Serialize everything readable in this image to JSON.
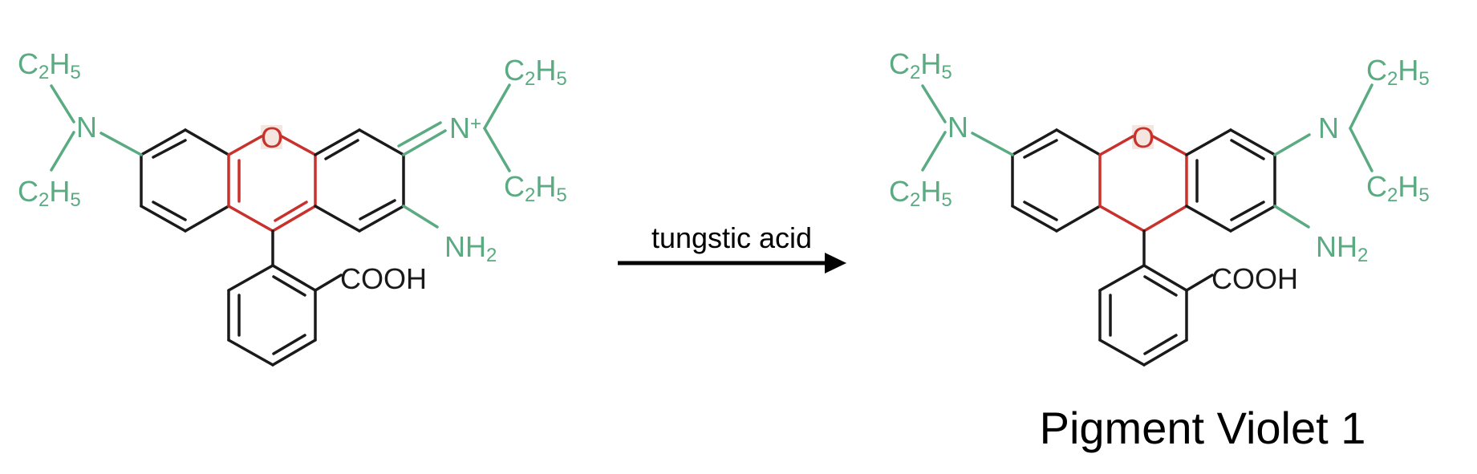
{
  "colors": {
    "background": "#ffffff",
    "bond_black": "#1a1a1a",
    "core_red": "#c8312c",
    "substituent_green": "#5aaa82",
    "oxygen_highlight": "#f4e6df"
  },
  "left_molecule": {
    "ethyl_top_left": {
      "main": "C",
      "sub": "2",
      "main2": "H",
      "sub2": "5"
    },
    "ethyl_bottom_left": {
      "main": "C",
      "sub": "2",
      "main2": "H",
      "sub2": "5"
    },
    "amine_left": "N",
    "oxygen": "O",
    "iminium": {
      "main": "N",
      "charge": "+"
    },
    "ethyl_top_right": {
      "main": "C",
      "sub": "2",
      "main2": "H",
      "sub2": "5"
    },
    "ethyl_bottom_right": {
      "main": "C",
      "sub": "2",
      "main2": "H",
      "sub2": "5"
    },
    "amino": {
      "main": "NH",
      "sub": "2"
    },
    "carboxyl": "COOH"
  },
  "arrow": {
    "label": "tungstic acid"
  },
  "right_molecule": {
    "ethyl_top_left": {
      "main": "C",
      "sub": "2",
      "main2": "H",
      "sub2": "5"
    },
    "ethyl_bottom_left": {
      "main": "C",
      "sub": "2",
      "main2": "H",
      "sub2": "5"
    },
    "amine_left": "N",
    "oxygen": "O",
    "amine_right": "N",
    "ethyl_top_right": {
      "main": "C",
      "sub": "2",
      "main2": "H",
      "sub2": "5"
    },
    "ethyl_bottom_right": {
      "main": "C",
      "sub": "2",
      "main2": "H",
      "sub2": "5"
    },
    "amino": {
      "main": "NH",
      "sub": "2"
    },
    "carboxyl": "COOH"
  },
  "product_name": "Pigment Violet 1"
}
